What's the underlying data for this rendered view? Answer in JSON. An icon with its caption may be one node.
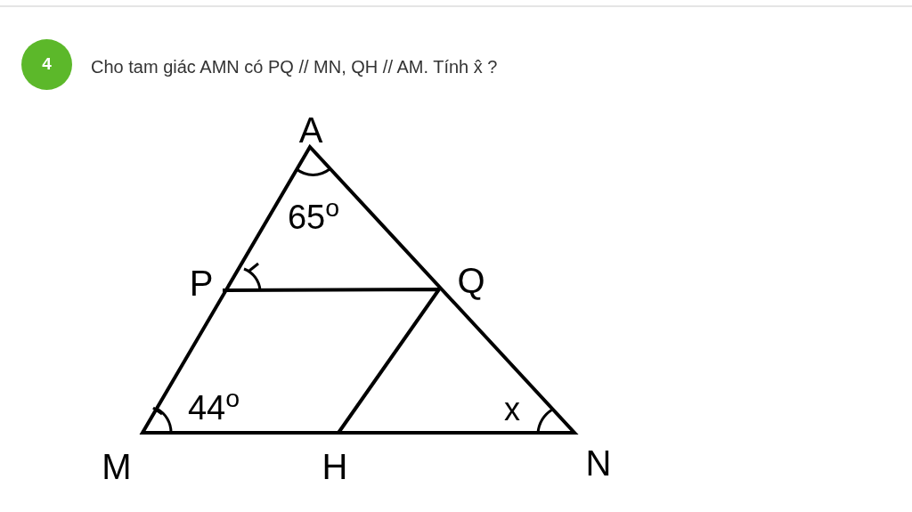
{
  "diagram": {
    "title": "Cho tam giác AMN có PQ // MN, QH // AM. Tính x̂ ?",
    "nodes": [
      {
        "text": [
          "4"
        ]
      }
    ],
    "labels": [
      "A",
      "65$^{o}$",
      "P",
      "Q",
      "44$^{o}$",
      "x",
      "M",
      "H",
      "N"
    ]
  }
}
